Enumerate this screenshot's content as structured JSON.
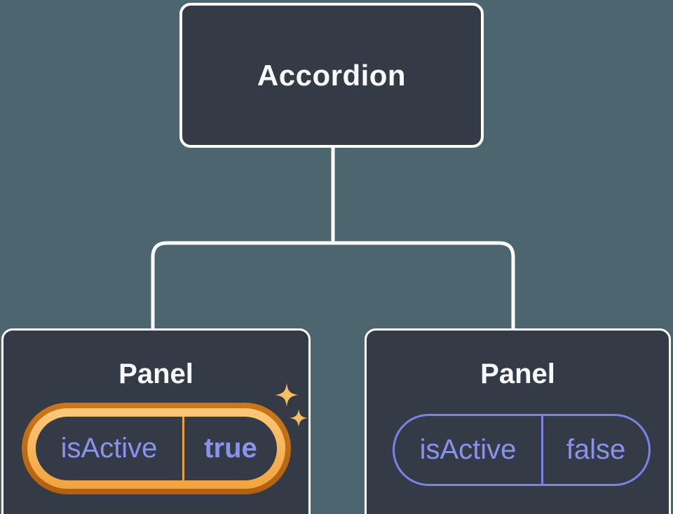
{
  "diagram": {
    "description": "Component tree: Accordion parent with two Panel children holding isActive state",
    "root": {
      "label": "Accordion"
    },
    "children": [
      {
        "title": "Panel",
        "state_name": "isActive",
        "state_value": "true",
        "highlighted": true
      },
      {
        "title": "Panel",
        "state_name": "isActive",
        "state_value": "false",
        "highlighted": false
      }
    ]
  },
  "icons": {
    "sparkle": "four-point-star"
  },
  "colors": {
    "background": "#4C656E",
    "box-fill": "#343B47",
    "box-border": "#FFFFFF",
    "connector": "#FFFFFF",
    "title-text": "#F8F9FB",
    "state-text": "#8A93EC",
    "state-border": "#7A84E7",
    "highlight-outer-top": "#CC7818",
    "highlight-outer-bot": "#B26010",
    "highlight-gold-top": "#FDC87C",
    "highlight-gold-bot": "#F1A33E",
    "highlight-divider": "#E5A33C",
    "sparkle": "#FBBD63"
  }
}
